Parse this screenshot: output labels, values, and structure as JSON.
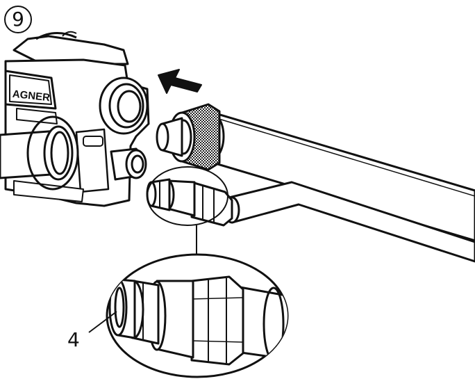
{
  "figure": {
    "step_number": "9",
    "brand_label": "AGNER",
    "callout_number": "4",
    "arrow_direction": "toward-pump",
    "line_color": "#111111",
    "background": "#ffffff"
  }
}
